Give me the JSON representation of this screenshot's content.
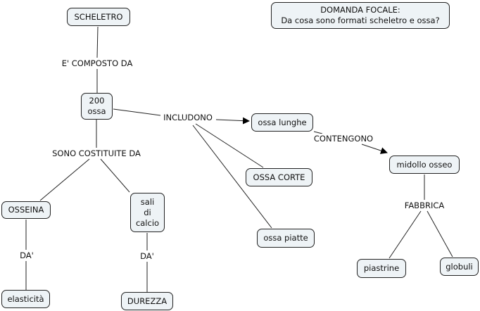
{
  "focus_question": {
    "title": "DOMANDA FOCALE:",
    "text": "Da cosa sono formati scheletro e ossa?"
  },
  "concepts": {
    "scheletro": "SCHELETRO",
    "ossa200": "200\nossa",
    "ossa_lunghe": "ossa lunghe",
    "ossa_corte": "OSSA CORTE",
    "ossa_piatte": "ossa piatte",
    "midollo": "midollo osseo",
    "osseina": "OSSEINA",
    "sali": "sali\ndi\ncalcio",
    "elasticita": "elasticità",
    "durezza": "DUREZZA",
    "piastrine": "piastrine",
    "globuli": "globuli"
  },
  "links": {
    "composto": "E' COMPOSTO DA",
    "includono": "INCLUDONO",
    "contengono": "CONTENGONO",
    "costituite": "SONO COSTITUITE DA",
    "da1": "DA'",
    "da2": "DA'",
    "fabbrica": "FABBRICA"
  }
}
